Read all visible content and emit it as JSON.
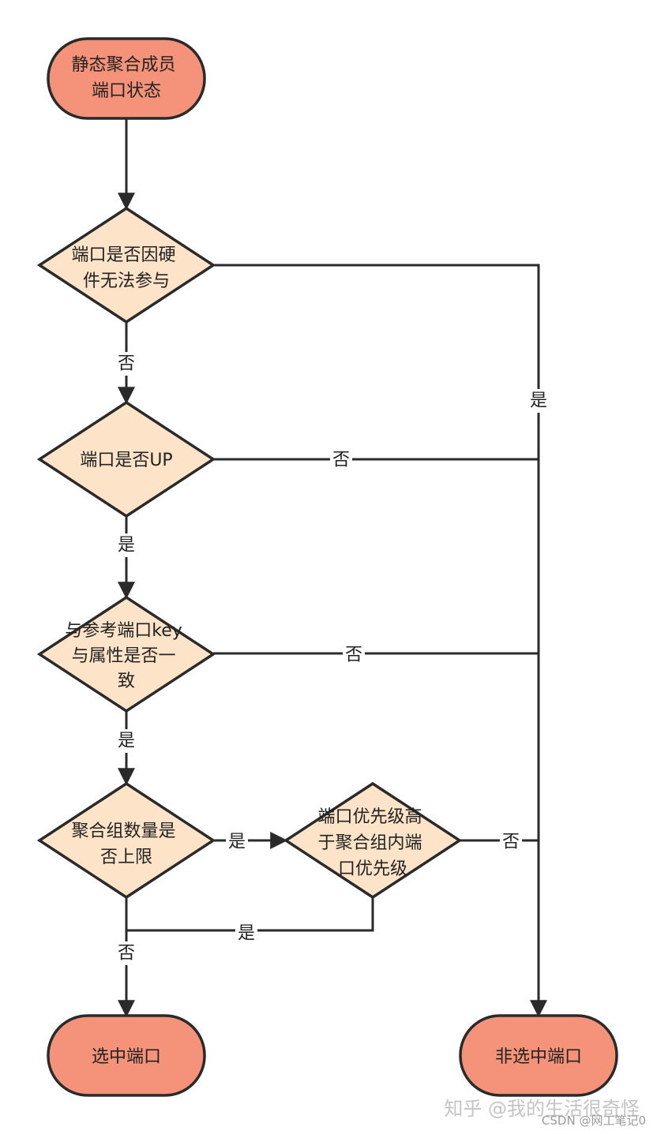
{
  "colors": {
    "terminal_fill": "#f4937a",
    "decision_fill": "#fde3c8",
    "stroke": "#2a2a2a",
    "text": "#222222"
  },
  "nodes": {
    "start": {
      "lines": [
        "静态聚合成员",
        "端口状态"
      ]
    },
    "d1": {
      "lines": [
        "端口是否因硬",
        "件无法参与"
      ]
    },
    "d2": {
      "lines": [
        "端口是否UP"
      ]
    },
    "d3": {
      "lines": [
        "与参考端口key",
        "与属性是否一",
        "致"
      ]
    },
    "d4": {
      "lines": [
        "聚合组数量是",
        "否上限"
      ]
    },
    "d5": {
      "lines": [
        "端口优先级高",
        "于聚合组内端",
        "口优先级"
      ]
    },
    "selected": {
      "lines": [
        "选中端口"
      ]
    },
    "unselected": {
      "lines": [
        "非选中端口"
      ]
    }
  },
  "edge_labels": {
    "d1_no": "否",
    "d1_yes": "是",
    "d2_no": "否",
    "d2_yes": "是",
    "d3_no": "否",
    "d3_yes": "是",
    "d4_yes": "是",
    "d4_no": "否",
    "d5_no": "否",
    "d5_yes": "是"
  },
  "watermark": {
    "main": "知乎 @我的生活很奇怪",
    "sub": "CSDN @网工笔记0"
  }
}
